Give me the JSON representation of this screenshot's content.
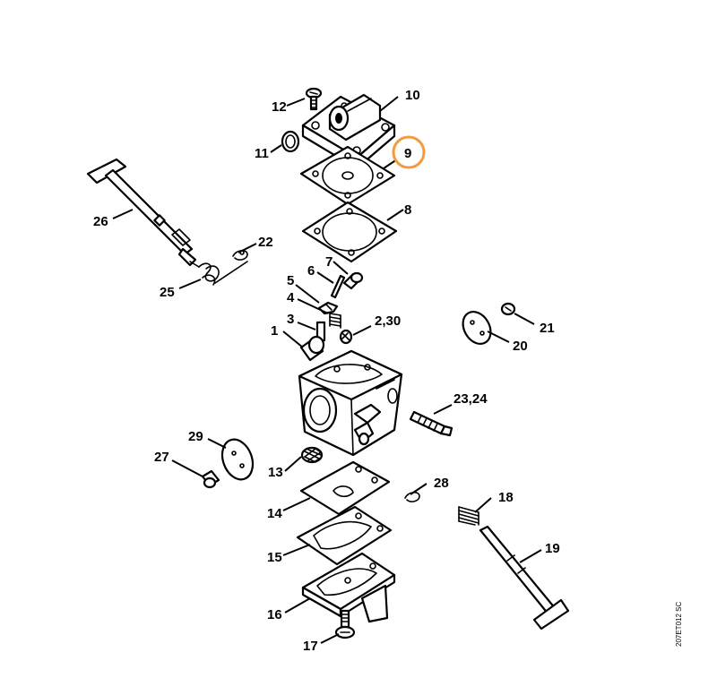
{
  "callouts": {
    "c1": "1",
    "c2_30": "2,30",
    "c3": "3",
    "c4": "4",
    "c5": "5",
    "c6": "6",
    "c7": "7",
    "c8": "8",
    "c9": "9",
    "c10": "10",
    "c11": "11",
    "c12": "12",
    "c13": "13",
    "c14": "14",
    "c15": "15",
    "c16": "16",
    "c17": "17",
    "c18": "18",
    "c19": "19",
    "c20": "20",
    "c21": "21",
    "c22": "22",
    "c23_24": "23,24",
    "c25": "25",
    "c26": "26",
    "c27": "27",
    "c28": "28",
    "c29": "29"
  },
  "highlighted_callout": "9",
  "document_code": "207ET012 SC",
  "colors": {
    "highlight": "#f59a3c",
    "line": "#000000",
    "background": "#ffffff"
  }
}
